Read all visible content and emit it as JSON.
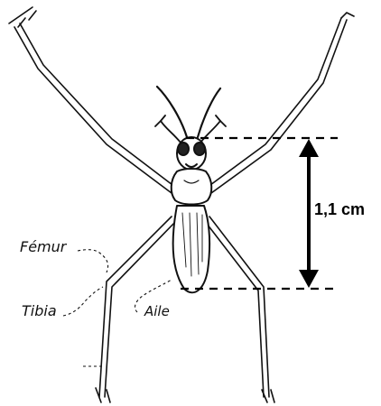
{
  "colors": {
    "ink": "#111111",
    "background": "#ffffff"
  },
  "labels": {
    "femur": "Fémur",
    "tibia": "Tibia",
    "aile": "Aile",
    "measure": "1,1 cm"
  }
}
